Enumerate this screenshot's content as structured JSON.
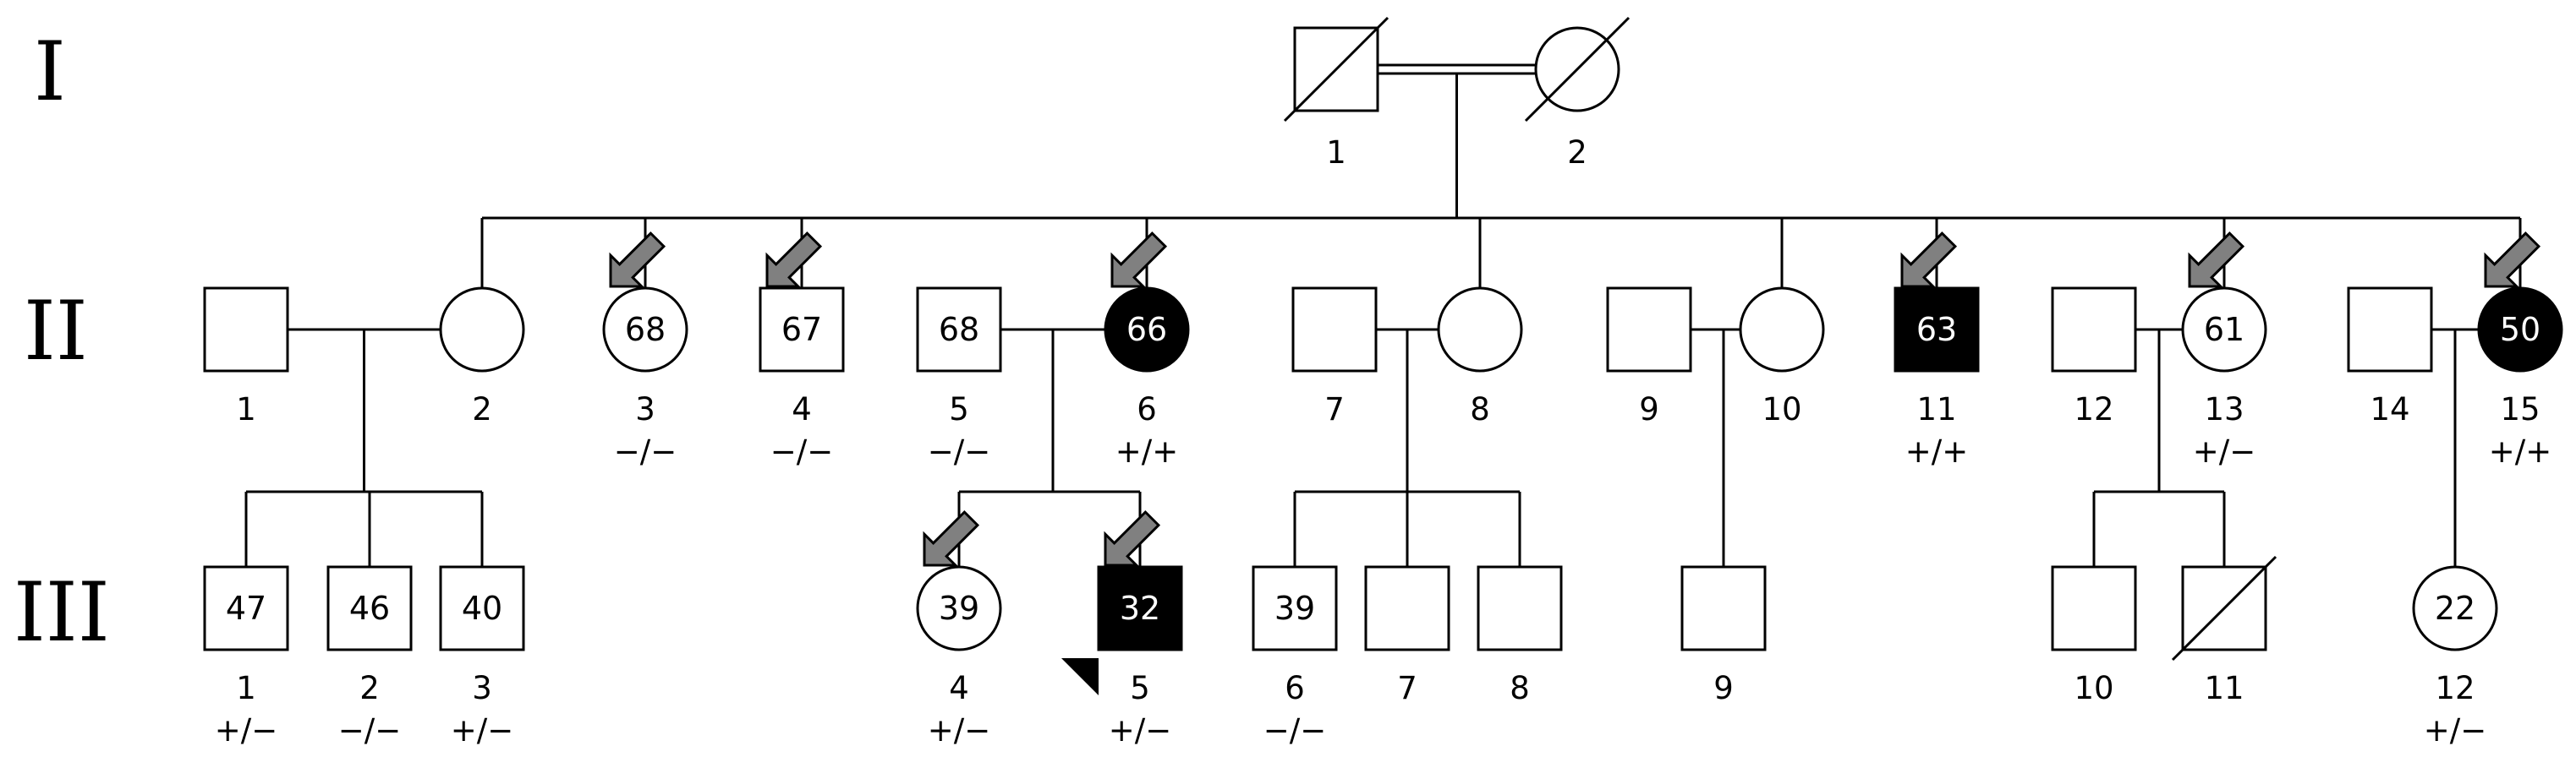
{
  "generations": [
    "I",
    "II",
    "III"
  ],
  "legend": {
    "affected_fill": "#000000",
    "unaffected_fill": "#ffffff",
    "proband_arrow_color": "#808080"
  },
  "individuals": [
    {
      "id": "I-1",
      "gen": 0,
      "num": "1",
      "sex": "male",
      "deceased": true
    },
    {
      "id": "I-2",
      "gen": 0,
      "num": "2",
      "sex": "female",
      "deceased": true
    },
    {
      "id": "II-1",
      "gen": 1,
      "num": "1",
      "sex": "male"
    },
    {
      "id": "II-2",
      "gen": 1,
      "num": "2",
      "sex": "female"
    },
    {
      "id": "II-3",
      "gen": 1,
      "num": "3",
      "sex": "female",
      "age": "68",
      "genotype": "−/−",
      "arrow": true
    },
    {
      "id": "II-4",
      "gen": 1,
      "num": "4",
      "sex": "male",
      "age": "67",
      "genotype": "−/−",
      "arrow": true
    },
    {
      "id": "II-5",
      "gen": 1,
      "num": "5",
      "sex": "male",
      "age": "68",
      "genotype": "−/−"
    },
    {
      "id": "II-6",
      "gen": 1,
      "num": "6",
      "sex": "female",
      "age": "66",
      "genotype": "+/+",
      "affected": true,
      "arrow": true
    },
    {
      "id": "II-7",
      "gen": 1,
      "num": "7",
      "sex": "male"
    },
    {
      "id": "II-8",
      "gen": 1,
      "num": "8",
      "sex": "female"
    },
    {
      "id": "II-9",
      "gen": 1,
      "num": "9",
      "sex": "male"
    },
    {
      "id": "II-10",
      "gen": 1,
      "num": "10",
      "sex": "female"
    },
    {
      "id": "II-11",
      "gen": 1,
      "num": "11",
      "sex": "male",
      "age": "63",
      "genotype": "+/+",
      "affected": true,
      "arrow": true
    },
    {
      "id": "II-12",
      "gen": 1,
      "num": "12",
      "sex": "male"
    },
    {
      "id": "II-13",
      "gen": 1,
      "num": "13",
      "sex": "female",
      "age": "61",
      "genotype": "+/−",
      "arrow": true
    },
    {
      "id": "II-14",
      "gen": 1,
      "num": "14",
      "sex": "male"
    },
    {
      "id": "II-15",
      "gen": 1,
      "num": "15",
      "sex": "female",
      "age": "50",
      "genotype": "+/+",
      "affected": true,
      "arrow": true
    },
    {
      "id": "III-1",
      "gen": 2,
      "num": "1",
      "sex": "male",
      "age": "47",
      "genotype": "+/−"
    },
    {
      "id": "III-2",
      "gen": 2,
      "num": "2",
      "sex": "male",
      "age": "46",
      "genotype": "−/−"
    },
    {
      "id": "III-3",
      "gen": 2,
      "num": "3",
      "sex": "male",
      "age": "40",
      "genotype": "+/−"
    },
    {
      "id": "III-4",
      "gen": 2,
      "num": "4",
      "sex": "female",
      "age": "39",
      "genotype": "+/−",
      "arrow": true
    },
    {
      "id": "III-5",
      "gen": 2,
      "num": "5",
      "sex": "male",
      "age": "32",
      "genotype": "+/−",
      "affected": true,
      "arrow": true,
      "index_case": true
    },
    {
      "id": "III-6",
      "gen": 2,
      "num": "6",
      "sex": "male",
      "age": "39",
      "genotype": "−/−"
    },
    {
      "id": "III-7",
      "gen": 2,
      "num": "7",
      "sex": "male"
    },
    {
      "id": "III-8",
      "gen": 2,
      "num": "8",
      "sex": "male"
    },
    {
      "id": "III-9",
      "gen": 2,
      "num": "9",
      "sex": "male"
    },
    {
      "id": "III-10",
      "gen": 2,
      "num": "10",
      "sex": "male"
    },
    {
      "id": "III-11",
      "gen": 2,
      "num": "11",
      "sex": "male",
      "deceased": true
    },
    {
      "id": "III-12",
      "gen": 2,
      "num": "12",
      "sex": "female",
      "age": "22",
      "genotype": "+/−"
    }
  ],
  "couples": [
    {
      "a": "I-1",
      "b": "I-2",
      "consanguineous": true
    },
    {
      "a": "II-1",
      "b": "II-2"
    },
    {
      "a": "II-5",
      "b": "II-6"
    },
    {
      "a": "II-7",
      "b": "II-8"
    },
    {
      "a": "II-9",
      "b": "II-10"
    },
    {
      "a": "II-12",
      "b": "II-13"
    },
    {
      "a": "II-14",
      "b": "II-15"
    }
  ],
  "sibships": [
    {
      "parents": [
        "I-1",
        "I-2"
      ],
      "children": [
        "II-2",
        "II-3",
        "II-4",
        "II-6",
        "II-8",
        "II-10",
        "II-11",
        "II-13",
        "II-15"
      ]
    },
    {
      "parents": [
        "II-1",
        "II-2"
      ],
      "children": [
        "III-1",
        "III-2",
        "III-3"
      ]
    },
    {
      "parents": [
        "II-5",
        "II-6"
      ],
      "children": [
        "III-4",
        "III-5"
      ]
    },
    {
      "parents": [
        "II-7",
        "II-8"
      ],
      "children": [
        "III-6",
        "III-7",
        "III-8"
      ]
    },
    {
      "parents": [
        "II-9",
        "II-10"
      ],
      "children": [
        "III-9"
      ]
    },
    {
      "parents": [
        "II-12",
        "II-13"
      ],
      "children": [
        "III-10",
        "III-11"
      ]
    },
    {
      "parents": [
        "II-14",
        "II-15"
      ],
      "children": [
        "III-12"
      ]
    }
  ]
}
